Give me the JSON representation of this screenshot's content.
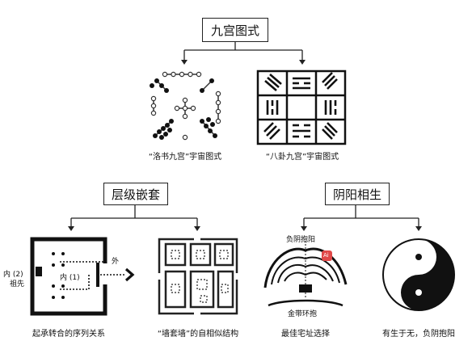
{
  "title": "九宫图式",
  "sections": {
    "hierarchy": "层级嵌套",
    "yinyang": "阴阳相生"
  },
  "captions": {
    "luoshu": "“洛书九宫”宇宙图式",
    "bagua": "“八卦九宫”宇宙图式",
    "sequence": "起承转合的序列关系",
    "selfsimilar": "“墙套墙”的自相似结构",
    "site": "最佳宅址选择",
    "taiji": "有生于无，负阴抱阳"
  },
  "labels": {
    "inner2": "内 (2)",
    "ancestor": "祖先",
    "inner1": "内 (1)",
    "outer": "外",
    "fuyin": "负阴抱阳",
    "jindai": "金带环抱",
    "ai_badge": "Ai"
  }
}
